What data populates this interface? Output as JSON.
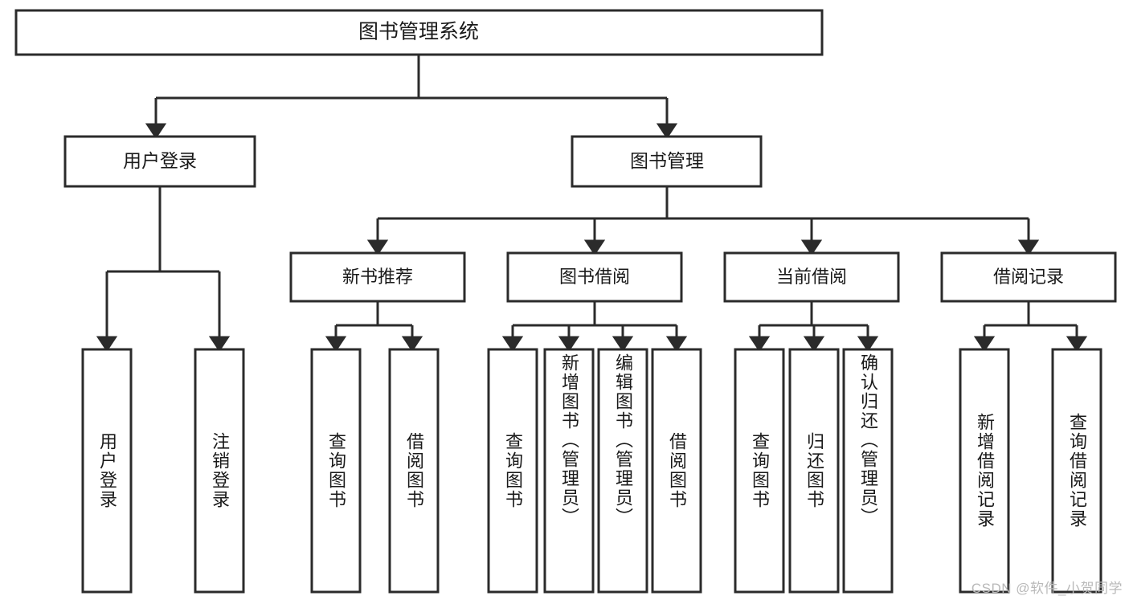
{
  "diagram": {
    "title": "图书管理系统",
    "watermark": "CSDN @软件_小贺同学",
    "arrow_color": "#2b2b2b",
    "box_fill": "#ffffff",
    "box_stroke": "#2b2b2b",
    "text_color": "#1a1a1a",
    "root": {
      "label": "图书管理系统"
    },
    "level2": [
      {
        "label": "用户登录"
      },
      {
        "label": "图书管理"
      }
    ],
    "level3": [
      {
        "label": "新书推荐"
      },
      {
        "label": "图书借阅"
      },
      {
        "label": "当前借阅"
      },
      {
        "label": "借阅记录"
      }
    ],
    "leaves": {
      "user_login": [
        {
          "label": "用户登录"
        },
        {
          "label": "注销登录"
        }
      ],
      "new_book_recommend": [
        {
          "label": "查询图书"
        },
        {
          "label": "借阅图书"
        }
      ],
      "book_borrow": [
        {
          "label": "查询图书"
        },
        {
          "label": "新增图书（管理员）"
        },
        {
          "label": "编辑图书（管理员）"
        },
        {
          "label": "借阅图书"
        }
      ],
      "current_borrow": [
        {
          "label": "查询图书"
        },
        {
          "label": "归还图书"
        },
        {
          "label": "确认归还（管理员）"
        }
      ],
      "borrow_record": [
        {
          "label": "新增借阅记录"
        },
        {
          "label": "查询借阅记录"
        }
      ]
    }
  }
}
